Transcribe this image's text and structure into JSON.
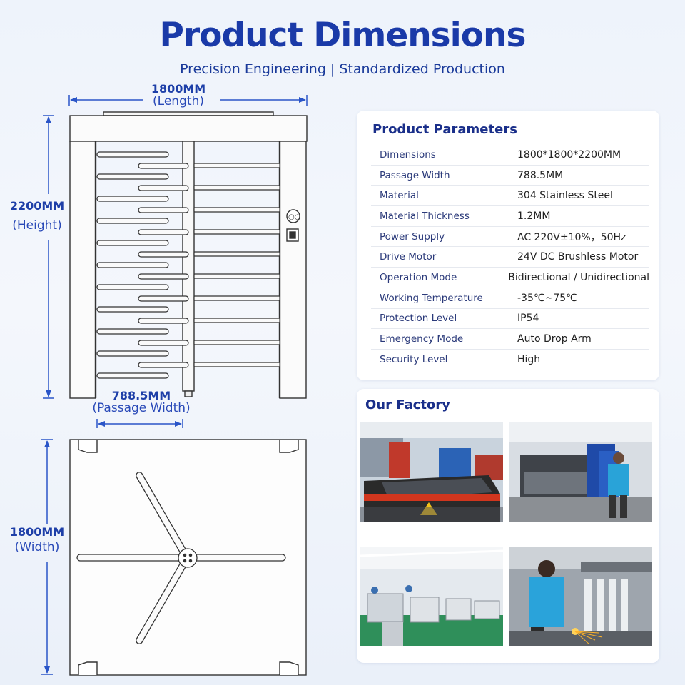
{
  "header": {
    "title": "Product Dimensions",
    "subtitle": "Precision Engineering | Standardized Production"
  },
  "dimensions": {
    "length": {
      "value": "1800MM",
      "name": "(Length)"
    },
    "height": {
      "value": "2200MM",
      "name": "(Height)"
    },
    "passage": {
      "value": "788.5MM",
      "name": "(Passage Width)"
    },
    "width": {
      "value": "1800MM",
      "name": "(Width)"
    }
  },
  "parameters": {
    "title": "Product Parameters",
    "rows": [
      {
        "label": "Dimensions",
        "value": "1800*1800*2200MM"
      },
      {
        "label": "Passage Width",
        "value": "788.5MM"
      },
      {
        "label": "Material",
        "value": "304 Stainless Steel"
      },
      {
        "label": "Material Thickness",
        "value": "1.2MM"
      },
      {
        "label": "Power Supply",
        "value": "AC 220V±10%，50Hz"
      },
      {
        "label": "Drive Motor",
        "value": "24V DC Brushless Motor"
      },
      {
        "label": "Operation Mode",
        "value": "Bidirectional / Unidirectional"
      },
      {
        "label": "Working Temperature",
        "value": "-35℃~75℃"
      },
      {
        "label": "Protection Level",
        "value": "IP54"
      },
      {
        "label": "Emergency Mode",
        "value": "Auto Drop Arm"
      },
      {
        "label": "Security Level",
        "value": "High"
      }
    ]
  },
  "factory": {
    "title": "Our Factory"
  },
  "colors": {
    "accent": "#1a3aa8",
    "arrow": "#2a55c8"
  }
}
